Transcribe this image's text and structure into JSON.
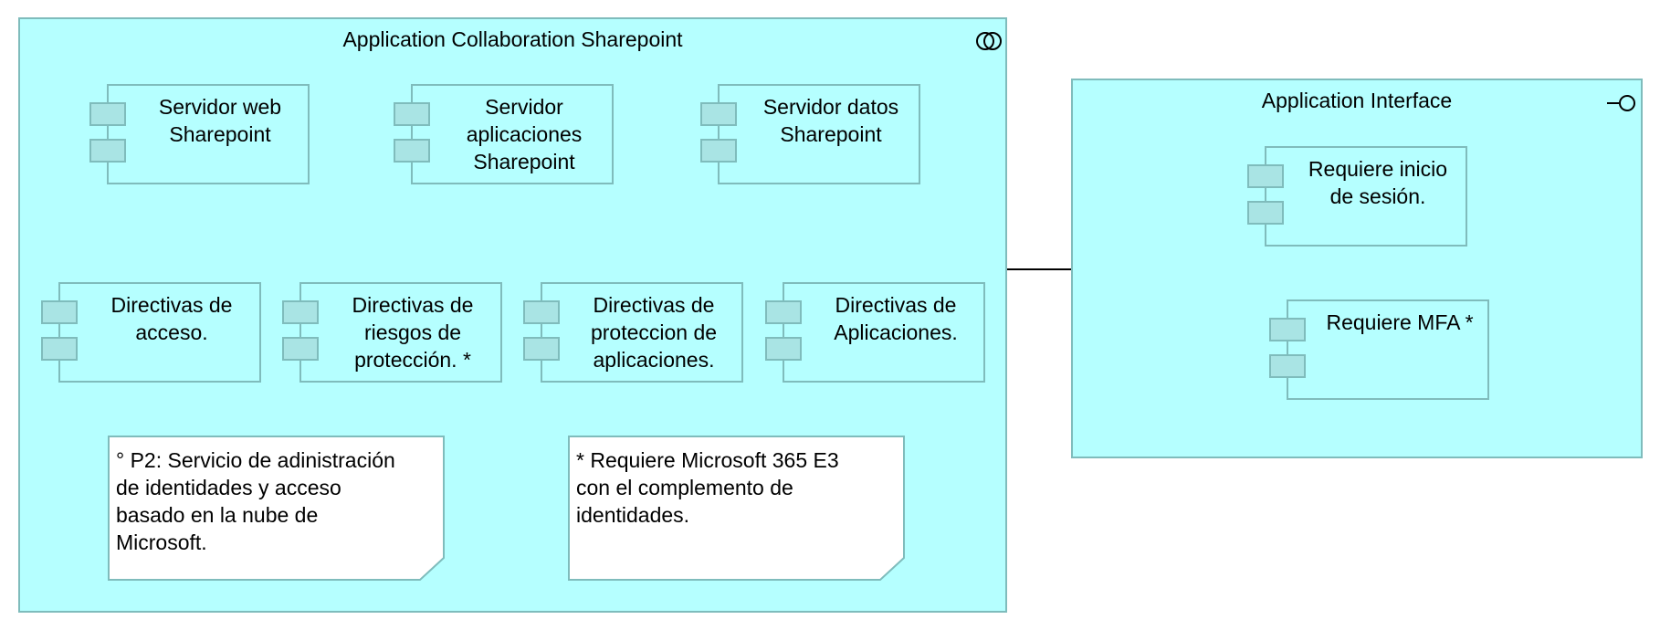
{
  "collaboration": {
    "title": "Application Collaboration Sharepoint",
    "icon": "collaboration-icon",
    "servers": [
      {
        "label": "Servidor web\nSharepoint"
      },
      {
        "label": "Servidor\naplicaciones\nSharepoint"
      },
      {
        "label": "Servidor datos\nSharepoint"
      }
    ],
    "directives": [
      {
        "label": "Directivas de\nacceso."
      },
      {
        "label": "Directivas de\nriesgos de\nprotección. *"
      },
      {
        "label": "Directivas de\nproteccion de\naplicaciones."
      },
      {
        "label": "Directivas de\nAplicaciones."
      }
    ],
    "notes": [
      {
        "text": "° P2: Servicio de adinistración\nde identidades y acceso\nbasado en la nube de\nMicrosoft."
      },
      {
        "text": "* Requiere Microsoft 365 E3\ncon el complemento de\nidentidades."
      }
    ]
  },
  "interface": {
    "title": "Application Interface",
    "icon": "interface-icon",
    "components": [
      {
        "label": "Requiere inicio\nde sesión."
      },
      {
        "label": "Requiere MFA *"
      }
    ]
  },
  "colors": {
    "fill": "#b5ffff",
    "border": "#7fbcbc",
    "tab_fill": "#a9e4e4",
    "note_fill": "#ffffff"
  }
}
